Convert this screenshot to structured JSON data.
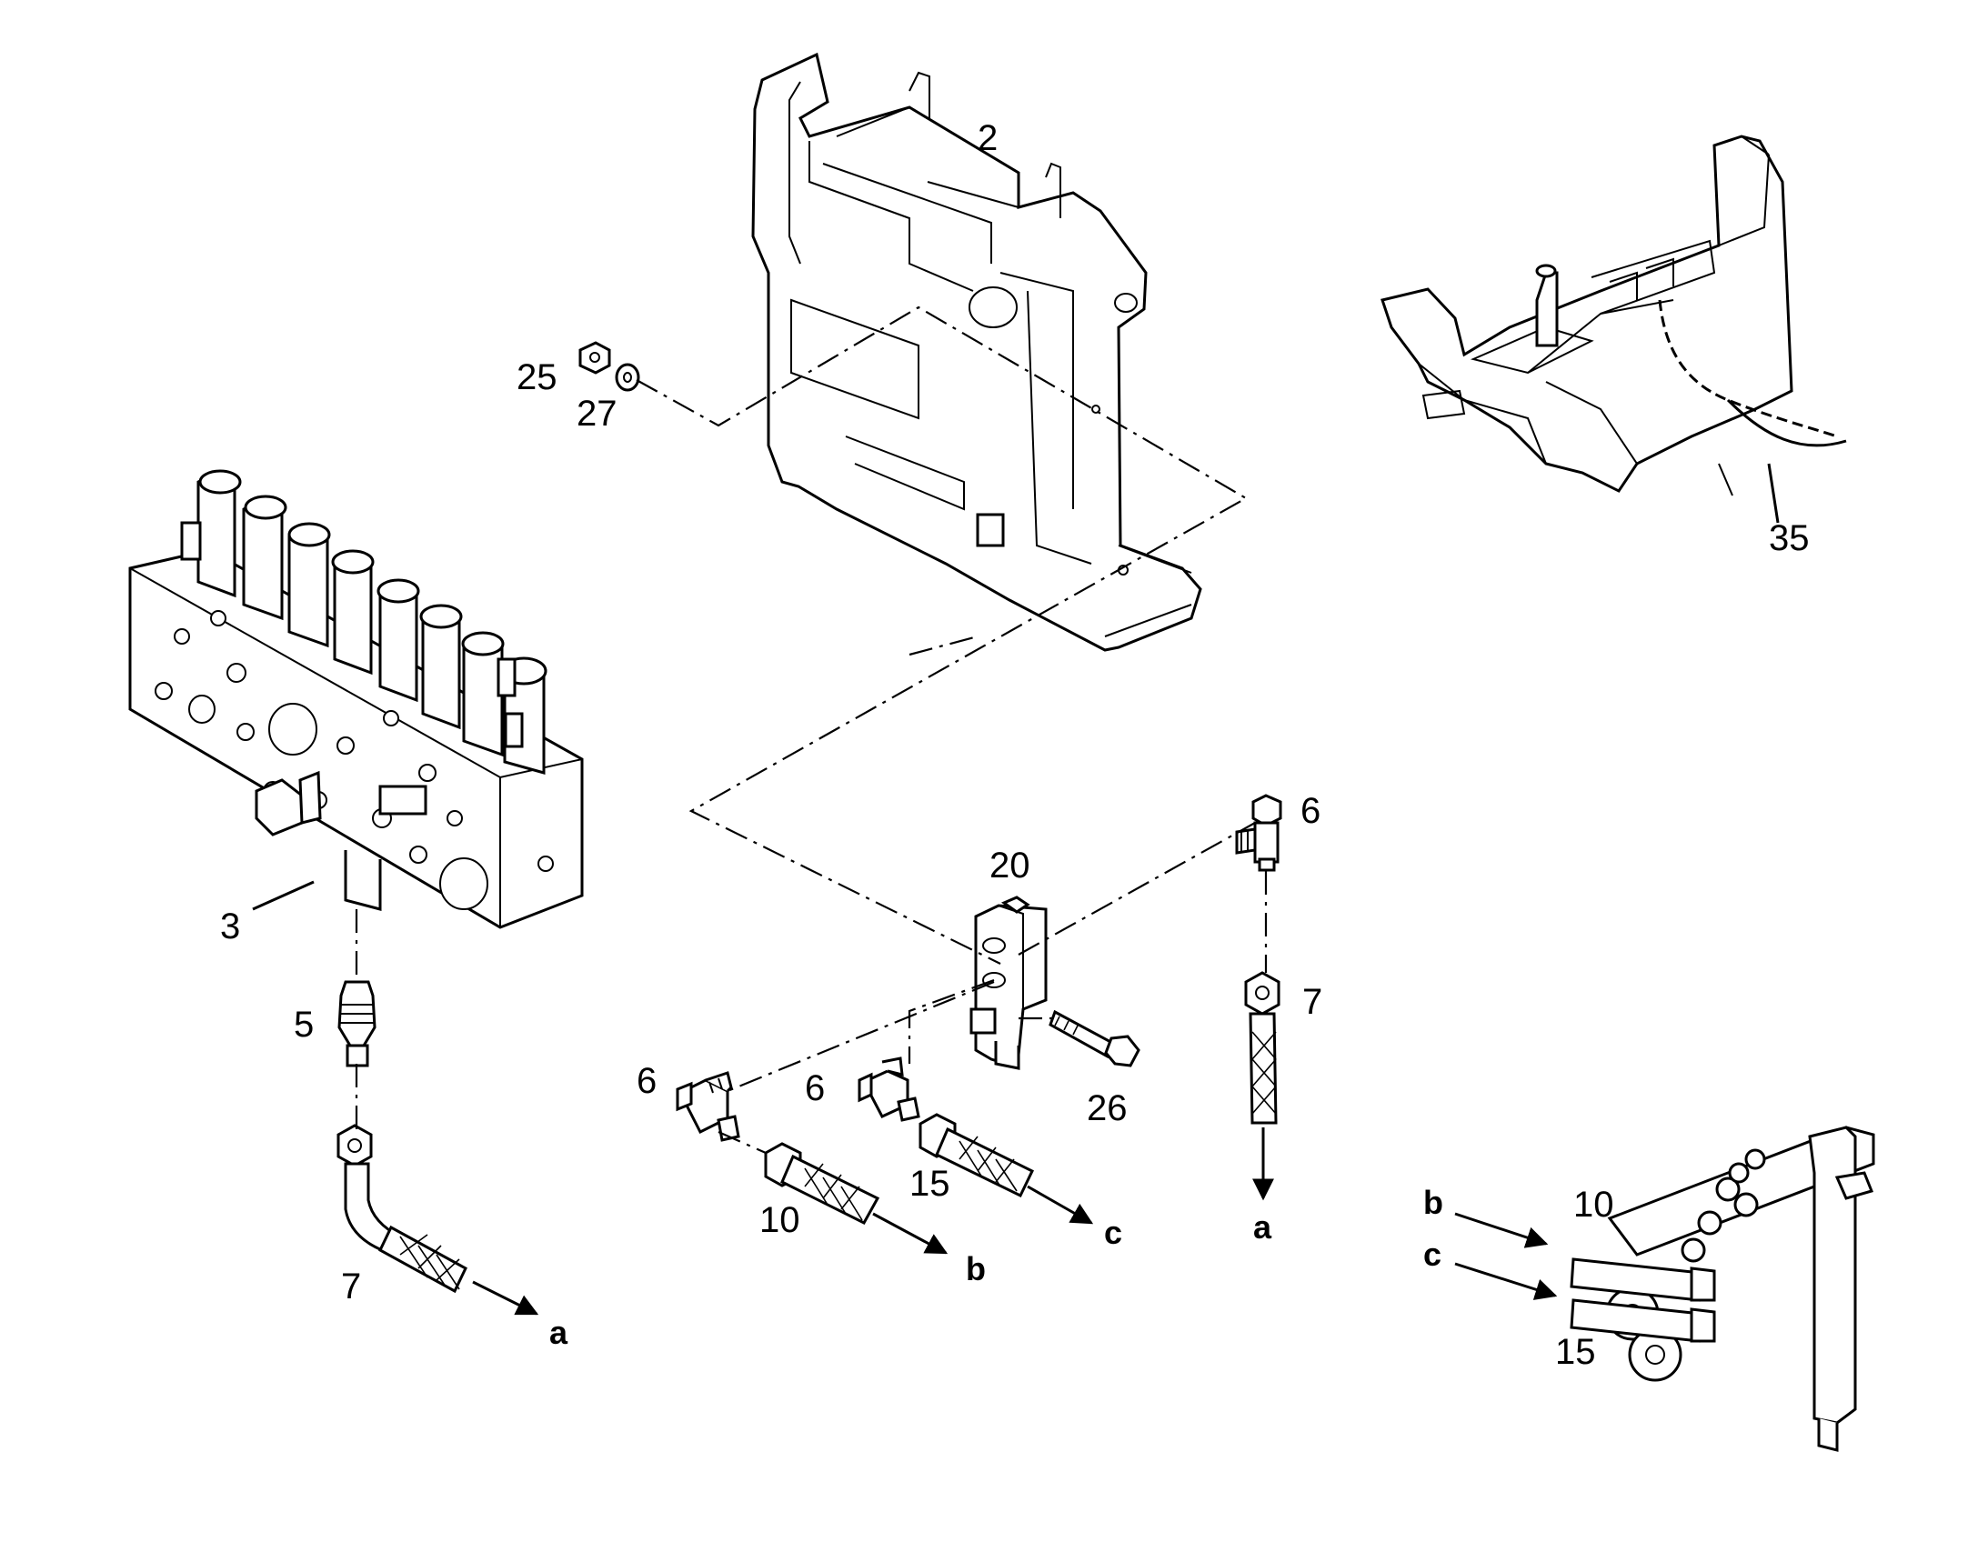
{
  "callouts": {
    "p2": "2",
    "p3": "3",
    "p5": "5",
    "p6_top": "6",
    "p6_left": "6",
    "p6_mid": "6",
    "p7_left": "7",
    "p7_right": "7",
    "p10_mid": "10",
    "p10_right": "10",
    "p15_mid": "15",
    "p15_right": "15",
    "p20": "20",
    "p25": "25",
    "p26": "26",
    "p27": "27",
    "p35": "35"
  },
  "connectors": {
    "a_left": "a",
    "a_right": "a",
    "b_mid": "b",
    "b_right": "b",
    "c_mid": "c",
    "c_right": "c"
  }
}
